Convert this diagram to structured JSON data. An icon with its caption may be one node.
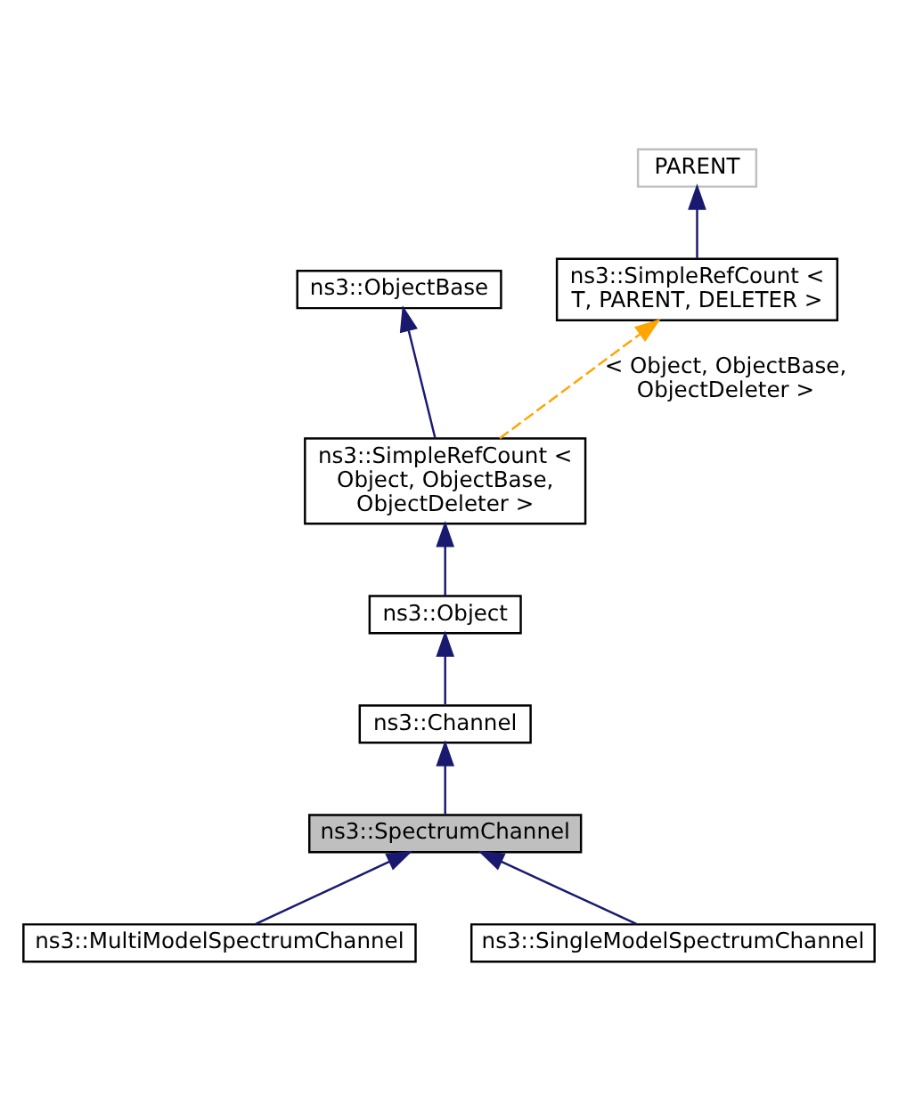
{
  "diagram": {
    "nodes": [
      {
        "text": [
          "PARENT"
        ]
      },
      {
        "text": [
          "ns3::ObjectBase"
        ]
      },
      {
        "text": [
          "ns3::SimpleRefCount < T, PARENT, DELETER >"
        ]
      },
      {
        "text": [
          "ns3::SimpleRefCount < Object, ObjectBase, ObjectDeleter >"
        ]
      },
      {
        "text": [
          "ns3::Object"
        ]
      },
      {
        "text": [
          "ns3::Channel"
        ]
      },
      {
        "text": [
          "ns3::SpectrumChannel"
        ]
      },
      {
        "text": [
          "ns3::MultiModelSpectrumChannel"
        ]
      },
      {
        "text": [
          "ns3::SingleModelSpectrumChannel"
        ]
      }
    ],
    "edges": [
      {
        "from": 2,
        "to": 0,
        "arrow": "to"
      },
      {
        "from": 3,
        "to": 1,
        "arrow": "to"
      },
      {
        "from": 3,
        "to": 2,
        "arrow": "to",
        "label": "< Object, ObjectBase, ObjectDeleter >",
        "style": "dashed",
        "color": "#ffa500"
      },
      {
        "from": 4,
        "to": 3,
        "arrow": "to"
      },
      {
        "from": 5,
        "to": 4,
        "arrow": "to"
      },
      {
        "from": 6,
        "to": 5,
        "arrow": "to"
      },
      {
        "from": 7,
        "to": 6,
        "arrow": "to"
      },
      {
        "from": 8,
        "to": 6,
        "arrow": "to"
      }
    ]
  }
}
